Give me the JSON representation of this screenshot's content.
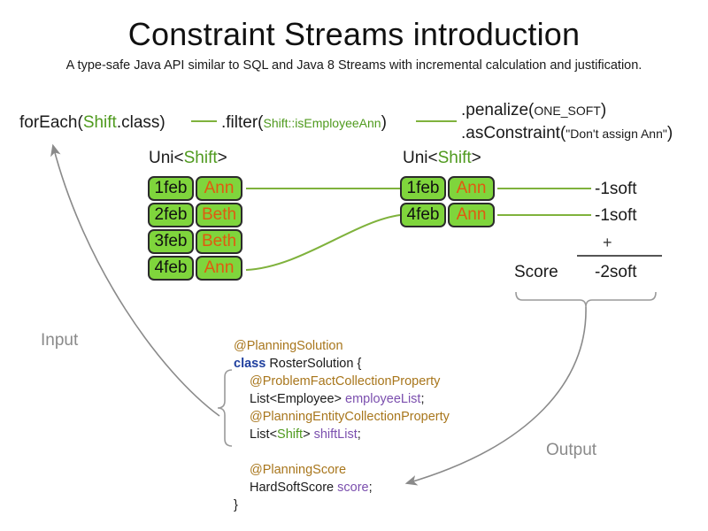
{
  "header": {
    "title": "Constraint Streams introduction",
    "subtitle": "A type-safe Java API similar to SQL and Java 8 Streams with incremental calculation and justification."
  },
  "expressions": {
    "for_each": {
      "prefix": "forEach(",
      "type": "Shift",
      "suffix": ".class)"
    },
    "filter": {
      "prefix": ".filter(",
      "type": "Shift",
      "method": "::isEmployeeAnn",
      "suffix": ")"
    },
    "penalize": {
      "prefix": ".penalize(",
      "arg": "ONE_SOFT",
      "suffix": ")"
    },
    "as_constraint": {
      "prefix": ".asConstraint(",
      "arg": "\"Don't assign Ann\"",
      "suffix": ")"
    }
  },
  "stream_labels": {
    "left": {
      "prefix": "Uni<",
      "type": "Shift",
      "suffix": ">"
    },
    "right": {
      "prefix": "Uni<",
      "type": "Shift",
      "suffix": ">"
    }
  },
  "tables": {
    "input": {
      "rows": [
        {
          "date": "1feb",
          "employee": "Ann"
        },
        {
          "date": "2feb",
          "employee": "Beth"
        },
        {
          "date": "3feb",
          "employee": "Beth"
        },
        {
          "date": "4feb",
          "employee": "Ann"
        }
      ]
    },
    "filtered": {
      "rows": [
        {
          "date": "1feb",
          "employee": "Ann"
        },
        {
          "date": "4feb",
          "employee": "Ann"
        }
      ]
    }
  },
  "score": {
    "penalties": [
      "-1soft",
      "-1soft"
    ],
    "operator": "+",
    "label": "Score",
    "total": "-2soft"
  },
  "flow_labels": {
    "input": "Input",
    "output": "Output"
  },
  "code": {
    "lines": [
      {
        "kind": "annotation",
        "text": "@PlanningSolution",
        "indent": 0
      },
      {
        "kind": "class-decl",
        "keyword": "class",
        "name": " RosterSolution {",
        "indent": 0
      },
      {
        "kind": "annotation",
        "text": "@ProblemFactCollectionProperty",
        "indent": 1
      },
      {
        "kind": "field",
        "type": "List<Employee> ",
        "name": "employeeList",
        "suffix": ";",
        "indent": 1
      },
      {
        "kind": "annotation",
        "text": "@PlanningEntityCollectionProperty",
        "indent": 1
      },
      {
        "kind": "field-generic",
        "pre": "List<",
        "generic": "Shift",
        "post": "> ",
        "name": "shiftList",
        "suffix": ";",
        "indent": 1
      },
      {
        "kind": "blank",
        "indent": 1
      },
      {
        "kind": "annotation",
        "text": "@PlanningScore",
        "indent": 1
      },
      {
        "kind": "field",
        "type": "HardSoftScore ",
        "name": "score",
        "suffix": ";",
        "indent": 1
      },
      {
        "kind": "close",
        "text": "}",
        "indent": 0
      }
    ]
  },
  "colors": {
    "type_green": "#4f9a1e",
    "cell_green": "#7fd53c",
    "employee_orange": "#e05a10",
    "annotation_gold": "#a8761c",
    "keyword_blue": "#1f3f9e",
    "field_purple": "#7b4fae",
    "connector_green": "#7fb23c",
    "flow_gray": "#8a8a8a"
  }
}
